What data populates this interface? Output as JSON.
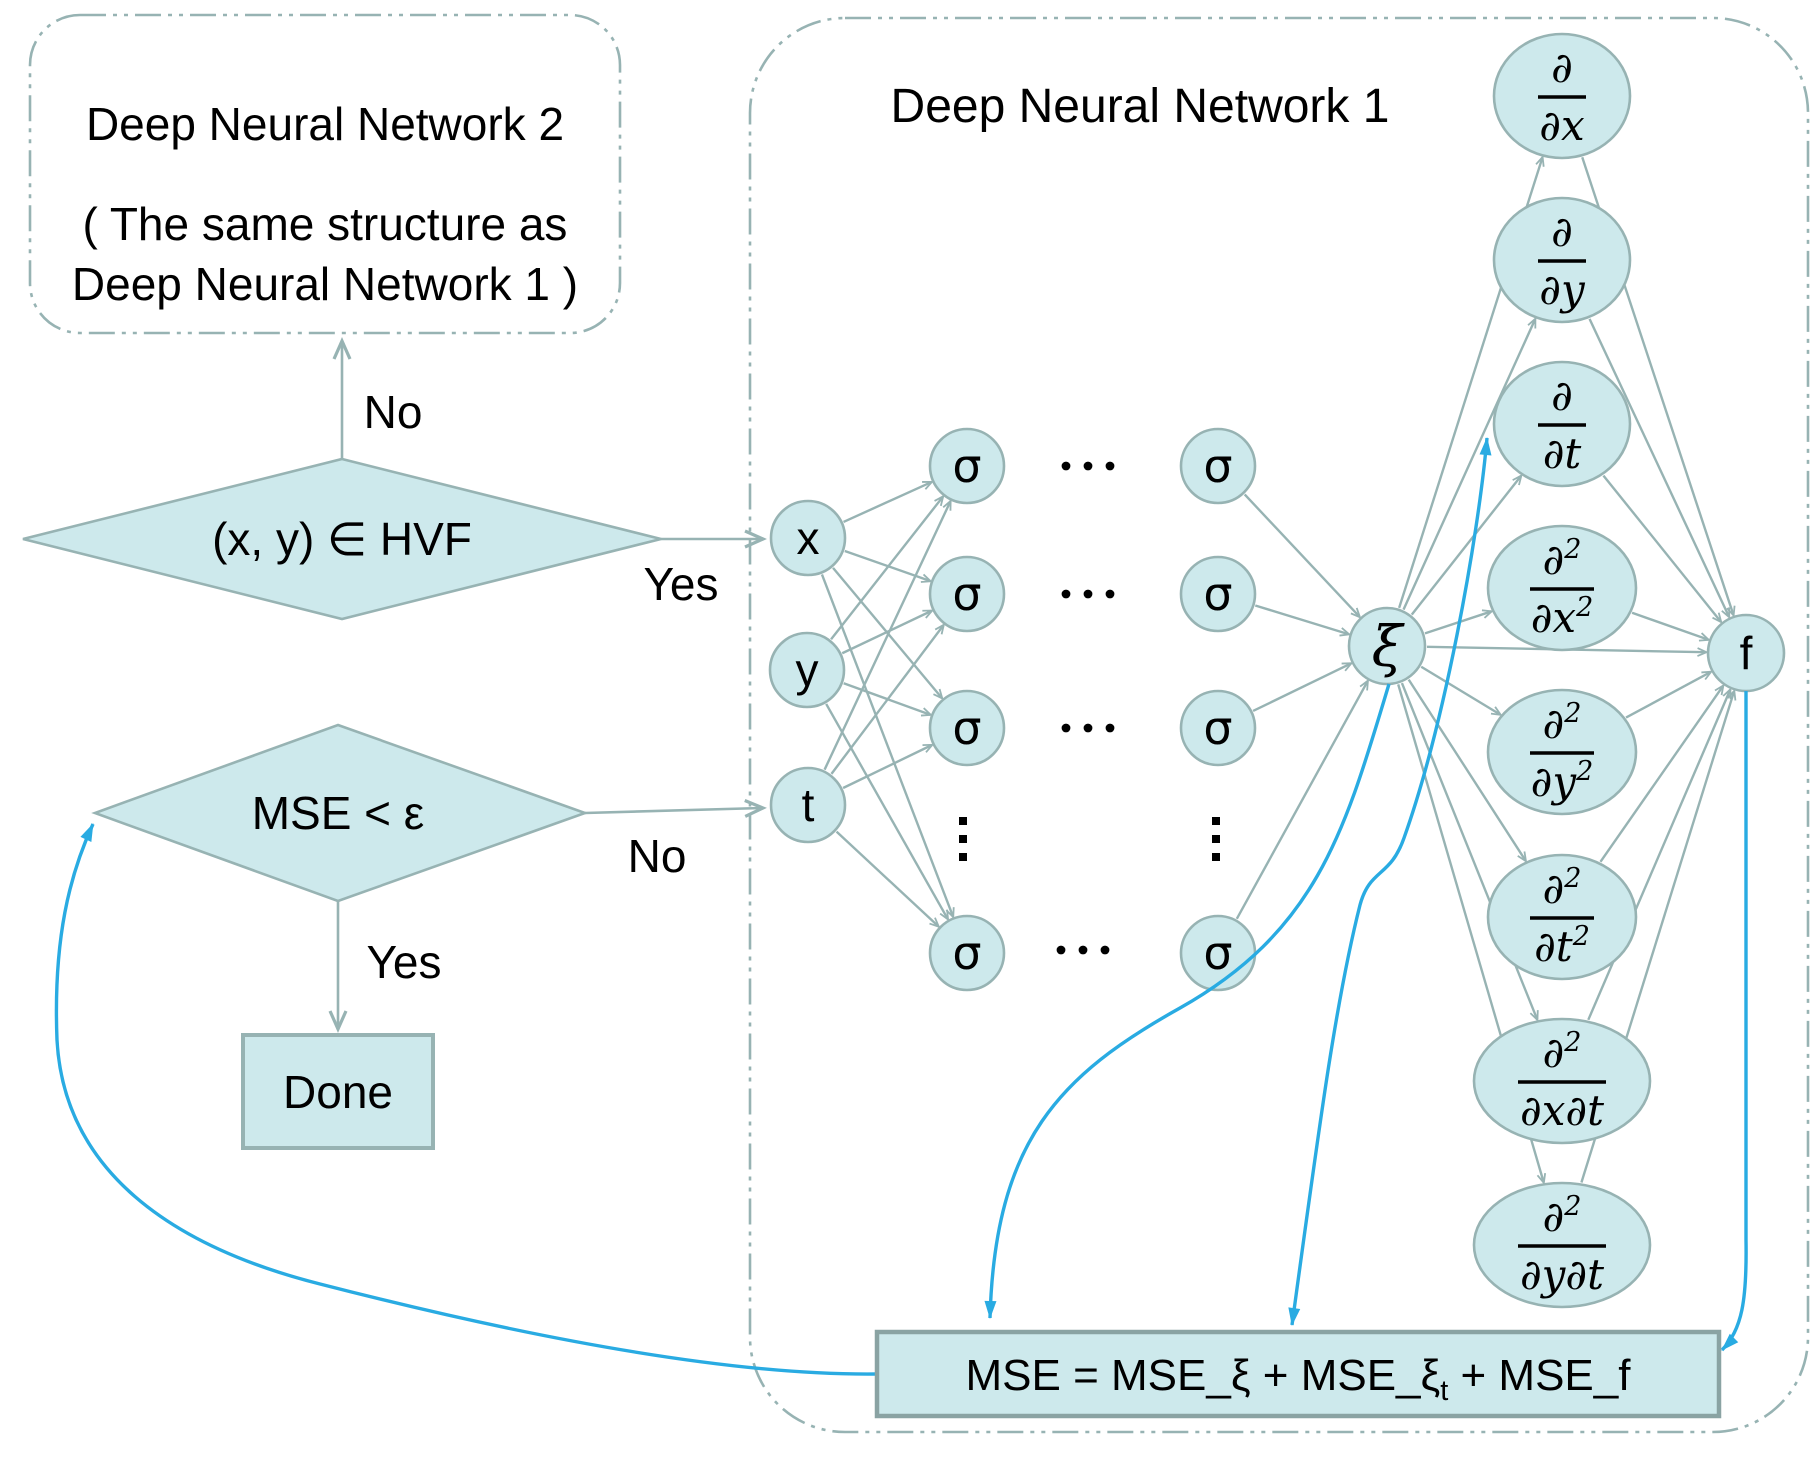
{
  "diagram": {
    "dnn2": {
      "title": "Deep Neural Network 2",
      "subtitle_line1": "( The same structure as",
      "subtitle_line2": "Deep Neural Network 1 )"
    },
    "dnn1": {
      "title": "Deep Neural Network 1"
    },
    "decision_hvf": {
      "label": "(x, y) ∈ HVF",
      "no": "No",
      "yes": "Yes"
    },
    "decision_mse": {
      "label": "MSE < ε",
      "no": "No",
      "yes": "Yes"
    },
    "done": "Done",
    "network": {
      "inputs": [
        "x",
        "y",
        "t"
      ],
      "hidden_symbol": "σ",
      "latent": "ξ",
      "output": "f",
      "derivatives": [
        {
          "num": [
            [
              "∂",
              ""
            ]
          ],
          "den": [
            [
              "∂x",
              ""
            ]
          ]
        },
        {
          "num": [
            [
              "∂",
              ""
            ]
          ],
          "den": [
            [
              "∂y",
              ""
            ]
          ]
        },
        {
          "num": [
            [
              "∂",
              ""
            ]
          ],
          "den": [
            [
              "∂t",
              ""
            ]
          ]
        },
        {
          "num": [
            [
              "∂",
              "2"
            ]
          ],
          "den": [
            [
              "∂x",
              "2"
            ]
          ]
        },
        {
          "num": [
            [
              "∂",
              "2"
            ]
          ],
          "den": [
            [
              "∂y",
              "2"
            ]
          ]
        },
        {
          "num": [
            [
              "∂",
              "2"
            ]
          ],
          "den": [
            [
              "∂t",
              "2"
            ]
          ]
        },
        {
          "num": [
            [
              "∂",
              "2"
            ]
          ],
          "den": [
            [
              "∂x",
              ""
            ],
            [
              "∂t",
              ""
            ]
          ]
        },
        {
          "num": [
            [
              "∂",
              "2"
            ]
          ],
          "den": [
            [
              "∂y",
              ""
            ],
            [
              "∂t",
              ""
            ]
          ]
        }
      ]
    },
    "mse_formula": [
      {
        "t": "MSE = MSE_ξ + MSE_ξ",
        "style": "n"
      },
      {
        "t": "t",
        "style": "sub"
      },
      {
        "t": " + MSE_f",
        "style": "n"
      }
    ]
  },
  "colors": {
    "node_fill": "#cde9ec",
    "node_stroke": "#97b3b3",
    "edge_gray": "#97b3b3",
    "accent_blue": "#29abe2",
    "text": "#000000"
  }
}
